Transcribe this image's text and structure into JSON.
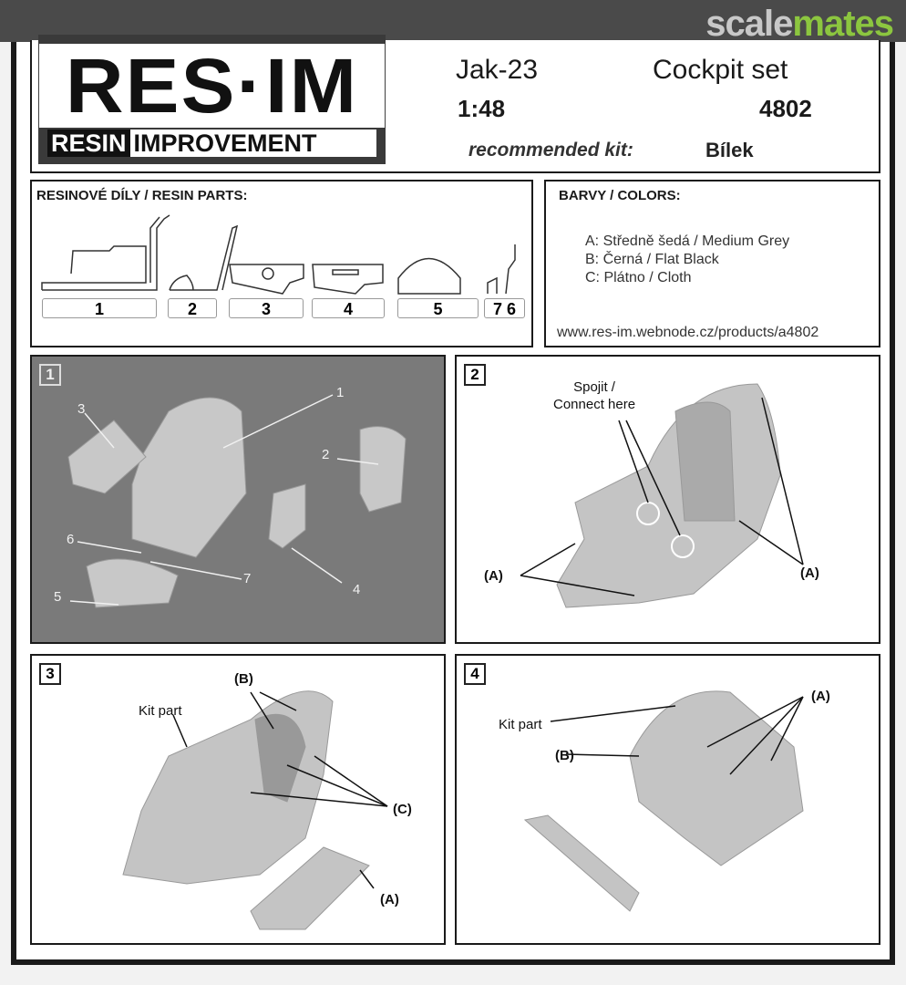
{
  "watermark": {
    "part1": "scale",
    "part2": "mates"
  },
  "logo": {
    "main": "RES·IM",
    "sub_left": "RESIN",
    "sub_right": "IMPROVEMENT"
  },
  "header": {
    "aircraft": "Jak-23",
    "product": "Cockpit set",
    "scale": "1:48",
    "code": "4802",
    "recommended_label": "recommended kit:",
    "recommended_kit": "Bílek"
  },
  "parts": {
    "title": "RESINOVÉ DÍLY / RESIN PARTS:",
    "labels": [
      "1",
      "2",
      "3",
      "4",
      "5",
      "7 6"
    ]
  },
  "colors": {
    "title": "BARVY / COLORS:",
    "items": [
      {
        "key": "A:",
        "name": "Středně šedá / Medium Grey"
      },
      {
        "key": "B:",
        "name": "Černá / Flat Black"
      },
      {
        "key": "C:",
        "name": "Plátno / Cloth"
      }
    ],
    "url": "www.res-im.webnode.cz/products/a4802"
  },
  "steps": [
    {
      "number": "1",
      "callouts": [
        "1",
        "2",
        "3",
        "4",
        "5",
        "6",
        "7"
      ]
    },
    {
      "number": "2",
      "connect": "Spojit /",
      "connect2": "Connect here",
      "callouts": [
        "(A)",
        "(A)"
      ]
    },
    {
      "number": "3",
      "kit_part": "Kit part",
      "callouts": [
        "(B)",
        "(C)",
        "(A)"
      ]
    },
    {
      "number": "4",
      "kit_part": "Kit part",
      "callouts": [
        "(A)",
        "(B)"
      ]
    }
  ]
}
